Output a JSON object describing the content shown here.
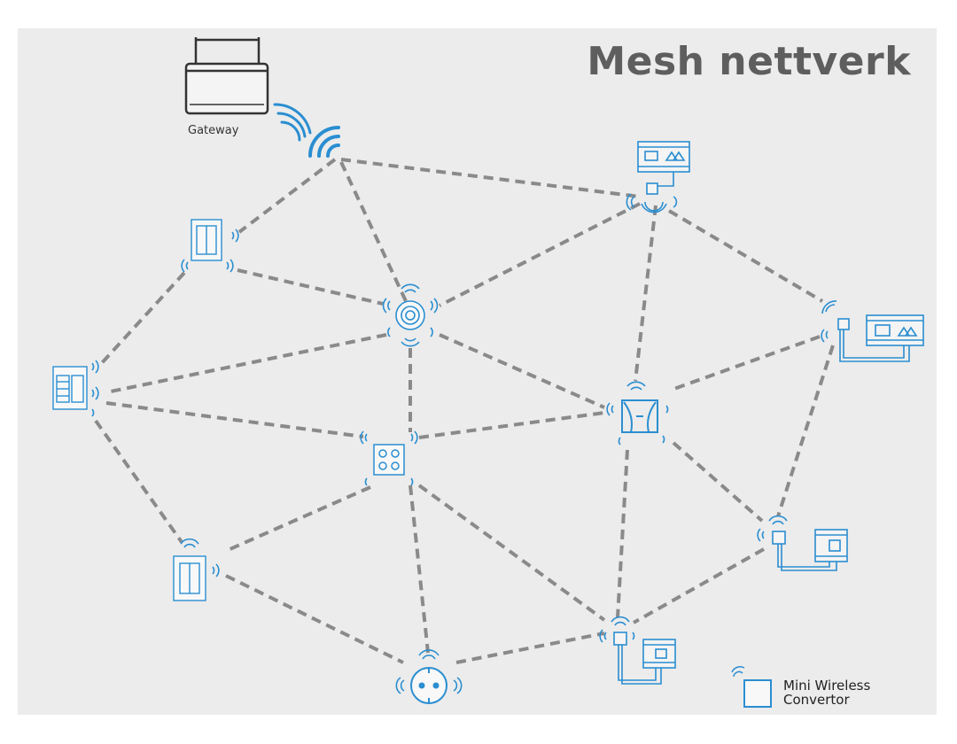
{
  "title": "Mesh nettverk",
  "gateway": {
    "label": "Gateway"
  },
  "legend": {
    "line1": "Mini Wireless",
    "line2": "Convertor"
  },
  "colors": {
    "accent": "#2a8ed1",
    "line": "#8a8a8a",
    "gateway": "#333333",
    "background": "#ececec",
    "title": "#5e5e5e"
  },
  "nodes": [
    {
      "id": "gateway-signal",
      "icon": "wifi-signal-icon"
    },
    {
      "id": "din-module-top",
      "icon": "din-rail-module-icon"
    },
    {
      "id": "din-module-right",
      "icon": "din-rail-module-icon"
    },
    {
      "id": "wall-switch-upper",
      "icon": "wall-switch-icon"
    },
    {
      "id": "ceiling-sensor",
      "icon": "ceiling-sensor-icon"
    },
    {
      "id": "wall-panel-left",
      "icon": "wall-panel-icon"
    },
    {
      "id": "curtain-controller",
      "icon": "curtain-icon"
    },
    {
      "id": "scene-keypad",
      "icon": "keypad-icon"
    },
    {
      "id": "wall-switch-lower",
      "icon": "wall-switch-icon"
    },
    {
      "id": "din-module-lower-right",
      "icon": "din-rail-module-icon"
    },
    {
      "id": "din-module-bottom",
      "icon": "din-rail-module-icon"
    },
    {
      "id": "power-socket",
      "icon": "power-socket-icon"
    }
  ]
}
